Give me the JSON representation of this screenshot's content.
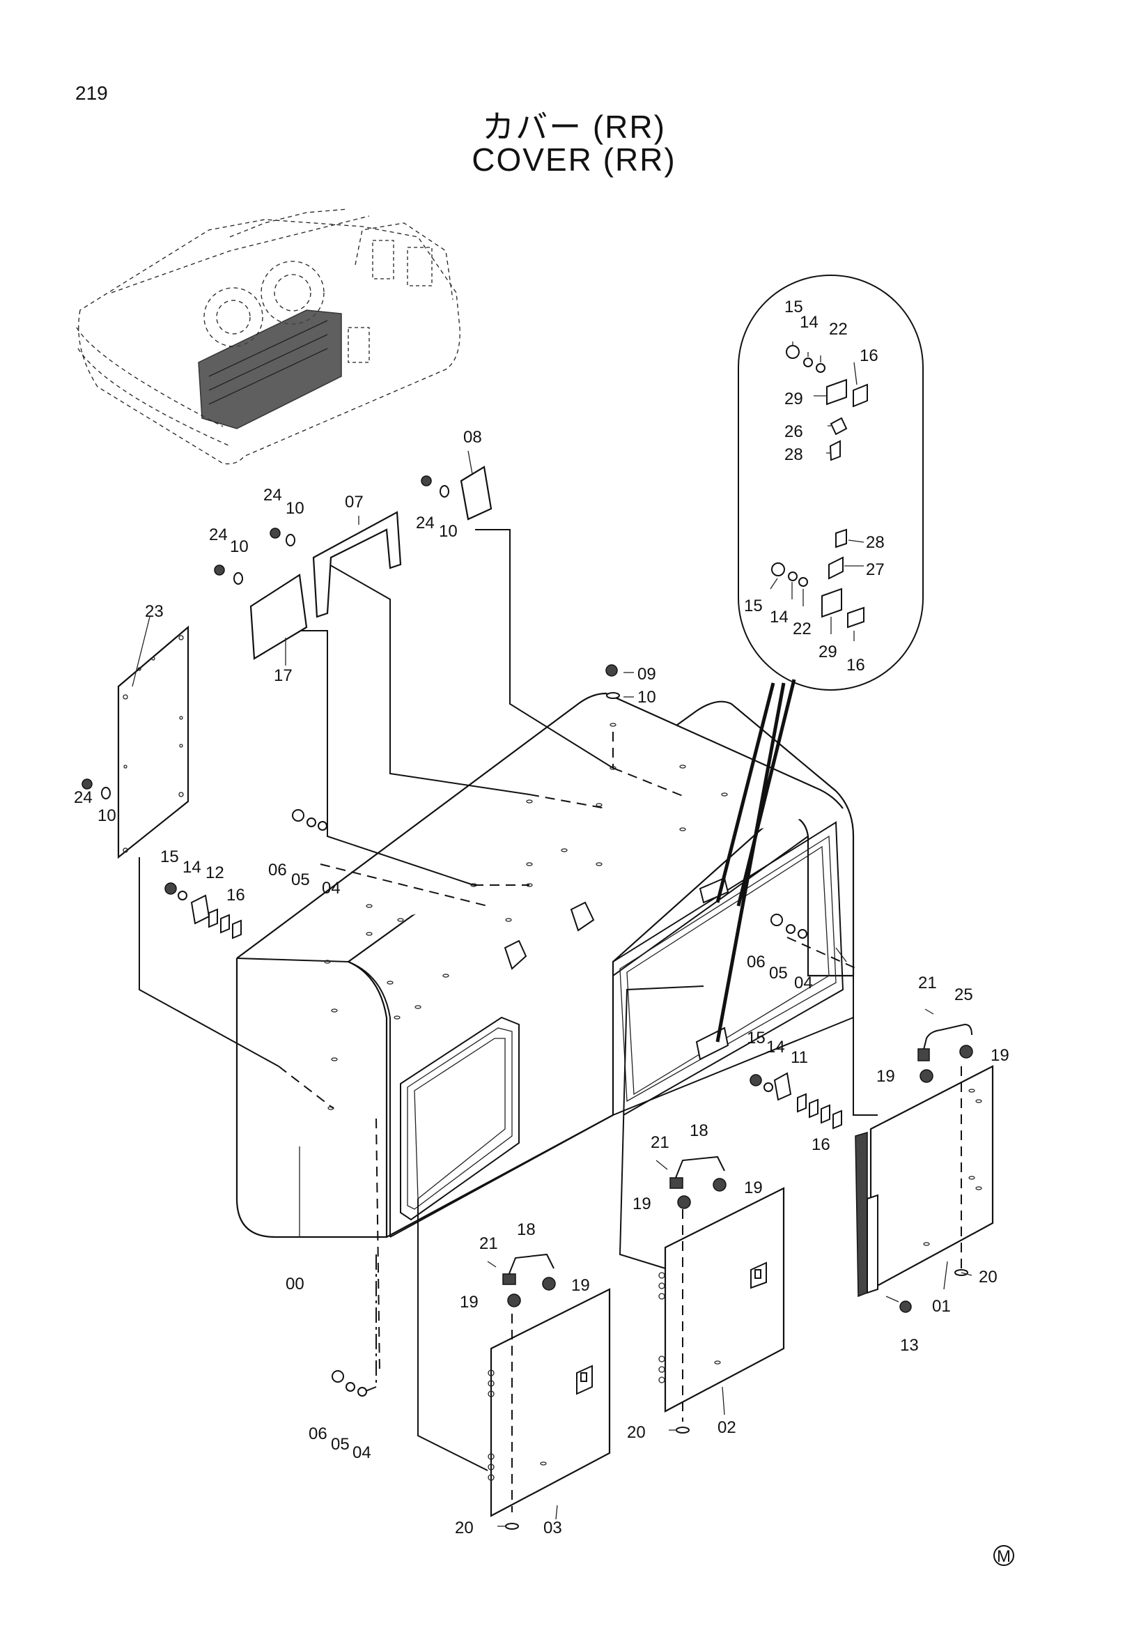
{
  "page_number": "219",
  "title_jp": "カバー (RR)",
  "title_en": "COVER (RR)",
  "mark": "M",
  "callouts": {
    "c00": "00",
    "c01": "01",
    "c02": "02",
    "c03": "03",
    "c04a": "04",
    "c04b": "04",
    "c04c": "04",
    "c05a": "05",
    "c05b": "05",
    "c05c": "05",
    "c06a": "06",
    "c06b": "06",
    "c06c": "06",
    "c07": "07",
    "c08": "08",
    "c09": "09",
    "c10a": "10",
    "c10b": "10",
    "c10c": "10",
    "c10d": "10",
    "c10e": "10",
    "c11": "11",
    "c12": "12",
    "c13": "13",
    "c14a": "14",
    "c14b": "14",
    "c14c": "14",
    "c14d": "14",
    "c15a": "15",
    "c15b": "15",
    "c15c": "15",
    "c15d": "15",
    "c16a": "16",
    "c16b": "16",
    "c16c": "16",
    "c16d": "16",
    "c17": "17",
    "c18a": "18",
    "c18b": "18",
    "c19a": "19",
    "c19b": "19",
    "c19c": "19",
    "c19d": "19",
    "c19e": "19",
    "c19f": "19",
    "c20a": "20",
    "c20b": "20",
    "c20c": "20",
    "c21a": "21",
    "c21b": "21",
    "c21c": "21",
    "c22a": "22",
    "c22b": "22",
    "c23": "23",
    "c24a": "24",
    "c24b": "24",
    "c24c": "24",
    "c24d": "24",
    "c25": "25",
    "c26": "26",
    "c27": "27",
    "c28a": "28",
    "c28b": "28",
    "c29a": "29",
    "c29b": "29"
  }
}
